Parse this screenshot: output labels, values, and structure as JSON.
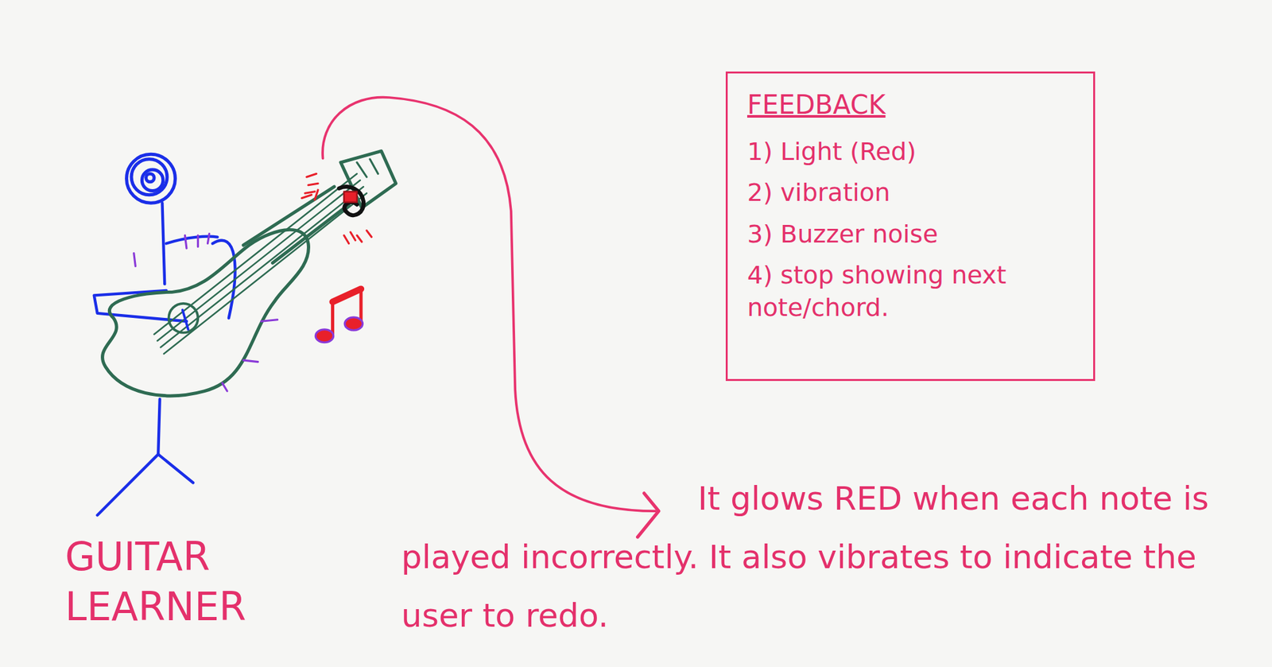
{
  "diagram": {
    "nodes": [
      {
        "text": [
          "FEEDBACK",
          "1) Light (Red)",
          "2) vibration",
          "3) Buzzer noise",
          "4) stop showing next note/chord."
        ]
      }
    ],
    "labels": [
      "GUITAR LEARNER",
      "It glows RED when each note is played incorrectly. It also vibrates to indicate the user to redo."
    ]
  }
}
